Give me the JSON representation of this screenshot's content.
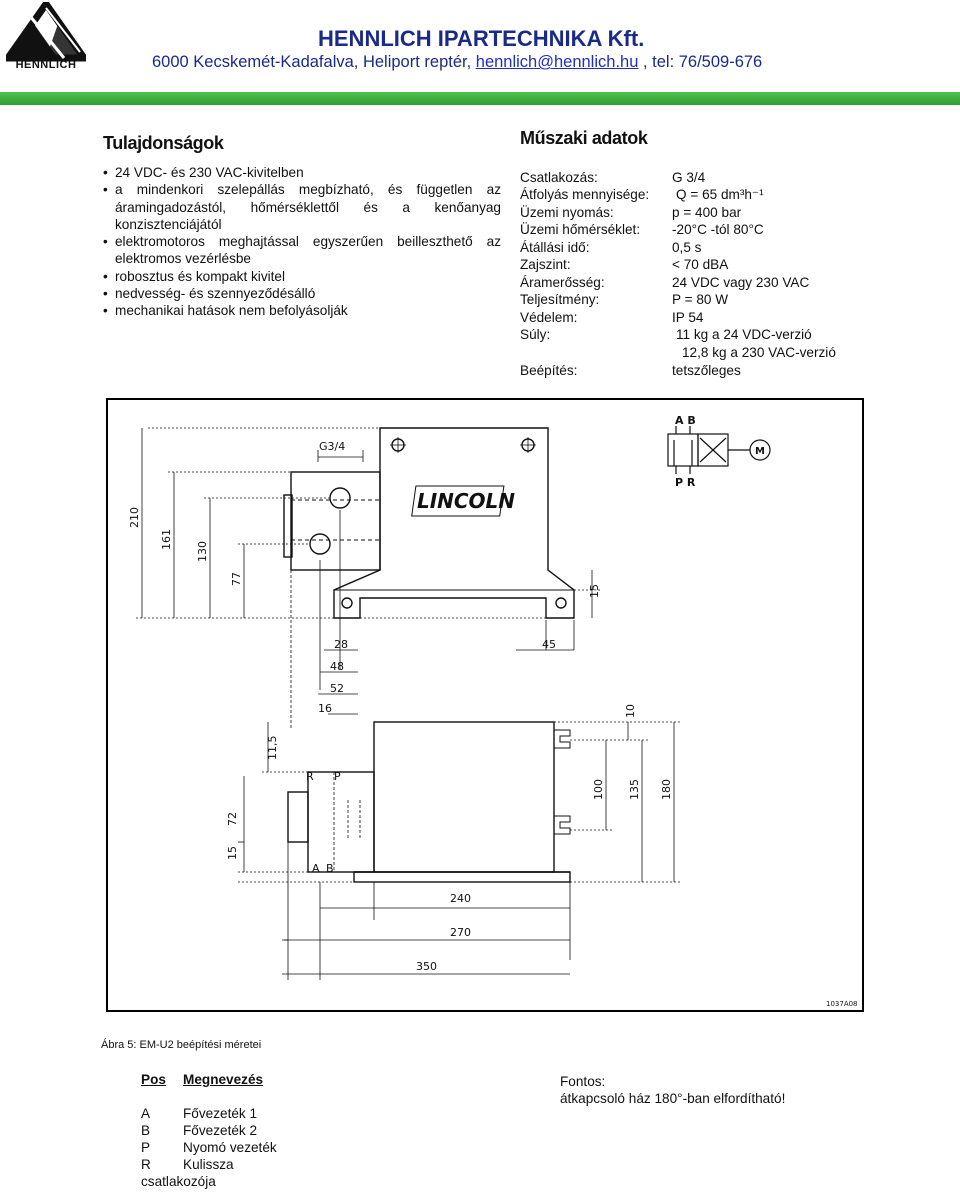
{
  "header": {
    "logo_text": "HENNLICH",
    "company": "HENNLICH IPARTECHNIKA Kft.",
    "address_prefix": "6000 Kecskemét-Kadafalva, Heliport reptér, ",
    "email": "hennlich@hennlich.hu",
    "address_suffix": " , tel: 76/509-676",
    "accent_color": "#3cb043",
    "text_color": "#1a2a8a"
  },
  "properties": {
    "title": "Tulajdonságok",
    "items": [
      "24 VDC- és 230 VAC-kivitelben",
      "a mindenkori szelepállás megbízható, és független az áramingadozástól, hőmérséklettől és a kenőanyag konzisztenciájától",
      "elektromotoros meghajtással egyszerűen beilleszthető az elektromos vezérlésbe",
      "robosztus és kompakt kivitel",
      "nedvesség- és szennyeződésálló",
      "mechanikai hatások nem befolyásolják"
    ]
  },
  "tech": {
    "title": "Műszaki adatok",
    "rows": [
      {
        "label": "Csatlakozás:",
        "value": "G 3/4"
      },
      {
        "label": "Átfolyás mennyisége:",
        "value": "Q    = 65 dm³h⁻¹"
      },
      {
        "label": "Üzemi nyomás:",
        "value": "p    = 400 bar"
      },
      {
        "label": "Üzemi hőmérséklet:",
        "value": "-20°C -tól 80°C"
      },
      {
        "label": "Átállási idő:",
        "value": "0,5 s"
      },
      {
        "label": "Zajszint:",
        "value": "< 70 dBA"
      },
      {
        "label": "Áramerősség:",
        "value": "24 VDC vagy 230 VAC"
      },
      {
        "label": "Teljesítmény:",
        "value": "P    = 80 W"
      },
      {
        "label": "Védelem:",
        "value": "IP 54"
      },
      {
        "label": "Súly:",
        "value": "11 kg a 24 VDC-verzió"
      },
      {
        "label": "",
        "value": "12,8 kg a 230 VAC-verzió"
      },
      {
        "label": "Beépítés:",
        "value": "tetszőleges"
      }
    ]
  },
  "drawing": {
    "brand": "LINCOLN",
    "ref": "1037A08",
    "port_top": "A B",
    "port_bottom": "P R",
    "motor": "M",
    "dims": {
      "g": "G3/4",
      "d210": "210",
      "d161": "161",
      "d130": "130",
      "d77": "77",
      "d15a": "15",
      "d28": "28",
      "d45": "45",
      "d48": "48",
      "d52": "52",
      "d16": "16",
      "d10": "10",
      "d11_5": "11,5",
      "d100": "100",
      "d135": "135",
      "d180": "180",
      "d72": "72",
      "d15b": "15",
      "d240": "240",
      "d270": "270",
      "d350": "350"
    },
    "letters": {
      "r": "R",
      "p": "P",
      "a": "A",
      "b": "B"
    }
  },
  "caption": "Ábra 5: EM-U2 beépítési méretei",
  "legend": {
    "h_pos": "Pos",
    "h_name": "Megnevezés",
    "rows": [
      {
        "pos": "A",
        "name": "Fővezeték 1"
      },
      {
        "pos": "B",
        "name": "Fővezeték 2"
      },
      {
        "pos": "P",
        "name": "Nyomó vezeték"
      },
      {
        "pos": "R",
        "name": "Kulissza"
      }
    ],
    "tail": "csatlakozója"
  },
  "note": {
    "title": "Fontos:",
    "text": "átkapcsoló ház 180°-ban elfordítható!"
  }
}
